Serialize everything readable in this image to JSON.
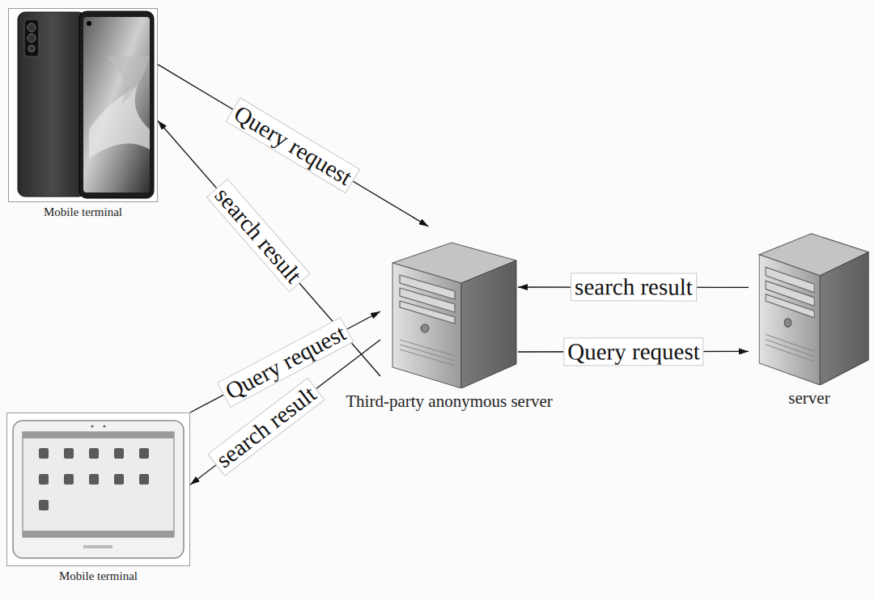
{
  "diagram": {
    "nodes": [
      {
        "text": [
          "Mobile terminal"
        ]
      },
      {
        "text": [
          "Third-party anonymous server"
        ]
      },
      {
        "text": [
          "server"
        ]
      },
      {
        "text": [
          "Mobile terminal"
        ]
      }
    ],
    "edges": [
      {
        "from": 0,
        "to": 1,
        "label": "Query request",
        "arrow": "to"
      },
      {
        "from": 1,
        "to": 0,
        "label": "search result",
        "arrow": "to"
      },
      {
        "from": 3,
        "to": 1,
        "label": "Query request",
        "arrow": "to"
      },
      {
        "from": 1,
        "to": 3,
        "label": "search result",
        "arrow": "to"
      },
      {
        "from": 2,
        "to": 1,
        "label": "search result",
        "arrow": "to"
      },
      {
        "from": 1,
        "to": 2,
        "label": "Query request",
        "arrow": "to"
      }
    ]
  }
}
